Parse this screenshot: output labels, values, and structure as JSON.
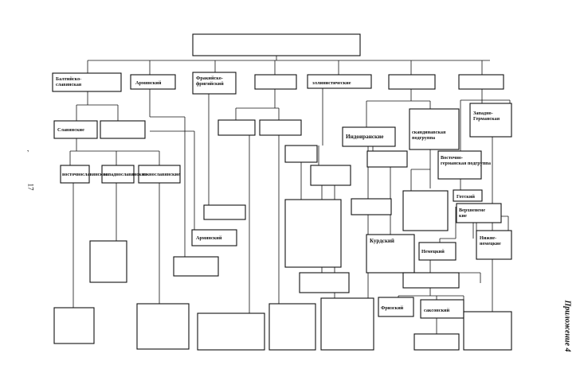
{
  "page_number": "17",
  "appendix_label": "Приложение 4",
  "boxes": {
    "root": "",
    "baltoslav": "Балтийско-славянская",
    "armenian_top": "Армянский",
    "frygian": "Фракийско-фригийский",
    "top_blank_4": "",
    "hellenistic": "эллинистические",
    "top_blank_6": "",
    "top_blank_7": "",
    "slavic": "Славянские",
    "baltic_blank": "",
    "east_slavic": "восточнославянские",
    "west_slavic": "западнославянские",
    "south_slavic": "южнославянские",
    "indoiranian": "Индоиранские",
    "scandinavian": "скандинавская подгруппа",
    "west_germanic": "Западно-Германская",
    "east_germanic": "Восточно-германская подгруппа",
    "gothic": "Готский",
    "high_german": "Верхненемецкие",
    "low_german": "Нижне-немецкие",
    "german": "Немецкий",
    "kurdish": "Курдский",
    "armenian_leaf": "Армянский",
    "frisian": "Фризский",
    "saxon": "саксонский"
  }
}
